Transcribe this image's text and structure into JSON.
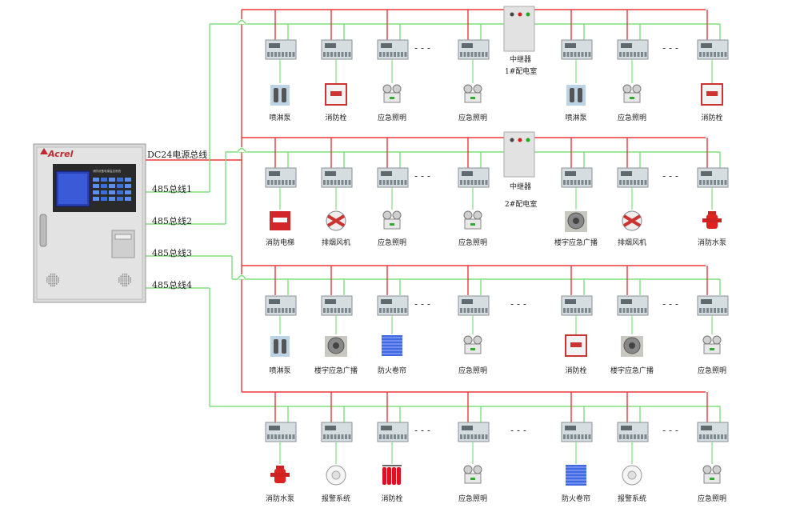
{
  "controller": {
    "brand": "Acrel",
    "screen_title": "消防设备电源监控系统"
  },
  "bus_labels": [
    "DC24电源总线",
    "485总线1",
    "485总线2",
    "485总线3",
    "485总线4"
  ],
  "repeaters": [
    {
      "line1": "中继器",
      "line2": "1#配电室"
    },
    {
      "line1": "中继器",
      "line2": "2#配电室"
    }
  ],
  "rows": [
    {
      "devices": [
        {
          "label": "喷淋泵",
          "icon": "spray-pump-icon"
        },
        {
          "label": "消防栓",
          "icon": "hydrant-box-icon"
        },
        {
          "label": "应急照明",
          "icon": "emergency-light-icon"
        },
        {
          "label": "应急照明",
          "icon": "emergency-light-icon"
        },
        {
          "label": "喷淋泵",
          "icon": "spray-pump-icon"
        },
        {
          "label": "应急照明",
          "icon": "emergency-light-icon"
        },
        {
          "label": "消防栓",
          "icon": "hydrant-box-icon"
        }
      ]
    },
    {
      "devices": [
        {
          "label": "消防电梯",
          "icon": "fire-elevator-icon"
        },
        {
          "label": "排烟风机",
          "icon": "smoke-fan-icon"
        },
        {
          "label": "应急照明",
          "icon": "emergency-light-icon"
        },
        {
          "label": "应急照明",
          "icon": "emergency-light-icon"
        },
        {
          "label": "楼宇应急广播",
          "icon": "broadcast-speaker-icon"
        },
        {
          "label": "排烟风机",
          "icon": "smoke-fan-icon"
        },
        {
          "label": "消防水泵",
          "icon": "fire-hydrant-pump-icon"
        }
      ]
    },
    {
      "devices": [
        {
          "label": "喷淋泵",
          "icon": "spray-pump-icon"
        },
        {
          "label": "楼宇应急广播",
          "icon": "broadcast-speaker-icon"
        },
        {
          "label": "防火卷帘",
          "icon": "fire-shutter-icon"
        },
        {
          "label": "应急照明",
          "icon": "emergency-light-icon"
        },
        {
          "label": "消防栓",
          "icon": "hydrant-box-icon"
        },
        {
          "label": "楼宇应急广播",
          "icon": "broadcast-speaker-icon"
        },
        {
          "label": "应急照明",
          "icon": "emergency-light-icon"
        }
      ]
    },
    {
      "devices": [
        {
          "label": "消防水泵",
          "icon": "fire-hydrant-pump-icon"
        },
        {
          "label": "报警系统",
          "icon": "smoke-detector-icon"
        },
        {
          "label": "消防栓",
          "icon": "gas-cylinder-icon"
        },
        {
          "label": "应急照明",
          "icon": "emergency-light-icon"
        },
        {
          "label": "防火卷帘",
          "icon": "fire-shutter-icon"
        },
        {
          "label": "报警系统",
          "icon": "smoke-detector-icon"
        },
        {
          "label": "应急照明",
          "icon": "emergency-light-icon"
        }
      ]
    }
  ],
  "colors": {
    "power_line": "#e8383d",
    "bus_line": "#7de07d",
    "cabinet": "#d8d8d8"
  }
}
